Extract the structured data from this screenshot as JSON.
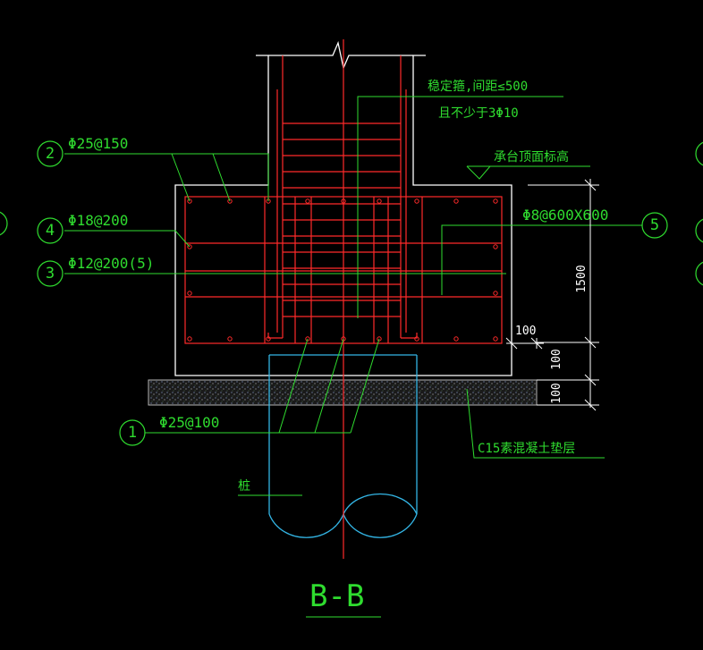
{
  "colors": {
    "background": "#000000",
    "outline": "#ffffff",
    "rebar": "#ff2a2a",
    "annotation": "#2fdc2f",
    "pile": "#33b5e5",
    "cushion": "#b3b3b3"
  },
  "labels": {
    "stabilizer_bar_line1": "稳定箍,间距≤500",
    "stabilizer_bar_line2": "且不少于3Φ10",
    "cap_top_elevation": "承台顶面标高",
    "rebar_2": "Φ25@150",
    "rebar_4": "Φ18@200",
    "rebar_3": "Φ12@200(5)",
    "rebar_5": "Φ8@600X600",
    "rebar_1": "Φ25@100",
    "cushion": "C15素混凝土垫层",
    "pile": "桩"
  },
  "callouts": {
    "c1": "1",
    "c2": "2",
    "c3": "3",
    "c4": "4",
    "c5": "5"
  },
  "dimensions": {
    "cap_height": "1500",
    "cover": "100",
    "cushion_thk": "100",
    "cushion_thk2": "100"
  },
  "section_title": "B-B"
}
